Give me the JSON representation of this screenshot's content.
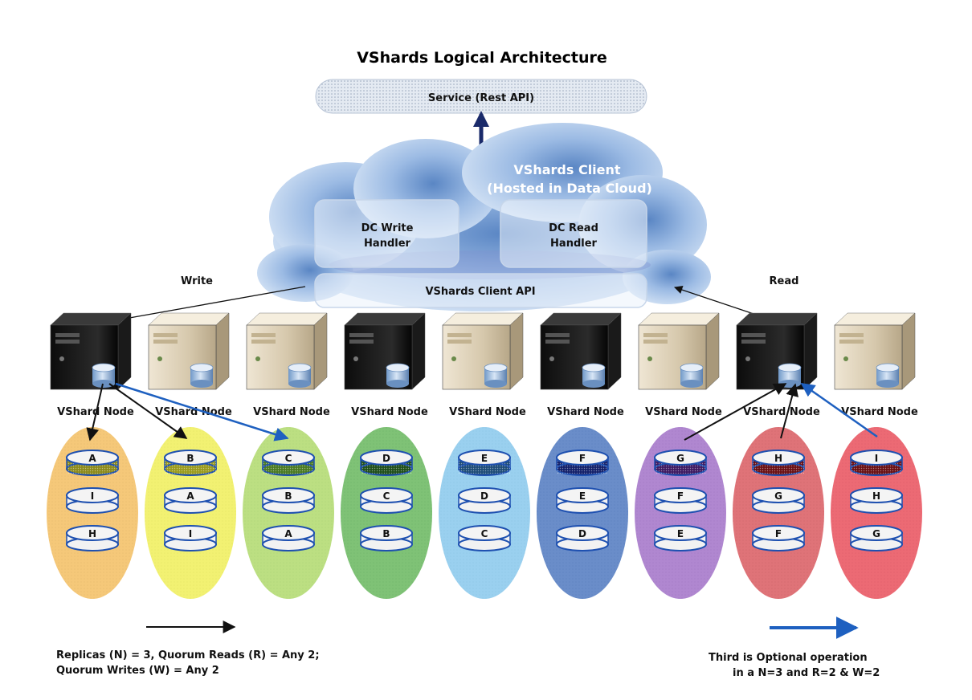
{
  "title": "VShards Logical Architecture",
  "service_label": "Service (Rest API)",
  "client": {
    "title_line1": "VShards Client",
    "title_line2": "(Hosted in Data Cloud)",
    "write_handler_line1": "DC Write",
    "write_handler_line2": "Handler",
    "read_handler_line1": "DC Read",
    "read_handler_line2": "Handler",
    "api_label": "VShards Client API"
  },
  "flow_labels": {
    "write": "Write",
    "read": "Read"
  },
  "nodes": [
    {
      "label": "VShard Node",
      "case": "dark"
    },
    {
      "label": "VShard Node",
      "case": "beige"
    },
    {
      "label": "VShard Node",
      "case": "beige"
    },
    {
      "label": "VShard Node",
      "case": "dark"
    },
    {
      "label": "VShard Node",
      "case": "beige"
    },
    {
      "label": "VShard Node",
      "case": "dark"
    },
    {
      "label": "VShard Node",
      "case": "beige"
    },
    {
      "label": "VShard Node",
      "case": "dark"
    },
    {
      "label": "VShard Node",
      "case": "beige"
    }
  ],
  "shard_groups": [
    {
      "color": "#f6b84e",
      "primary_fill": "#8c8a1a",
      "disks": [
        "A",
        "I",
        "H"
      ]
    },
    {
      "color": "#f2f044",
      "primary_fill": "#9a9a1c",
      "disks": [
        "B",
        "A",
        "I"
      ]
    },
    {
      "color": "#a9d85a",
      "primary_fill": "#4a7a22",
      "disks": [
        "C",
        "B",
        "A"
      ]
    },
    {
      "color": "#58b04a",
      "primary_fill": "#1f4f1a",
      "disks": [
        "D",
        "C",
        "B"
      ]
    },
    {
      "color": "#7cc4ec",
      "primary_fill": "#1e4c78",
      "disks": [
        "E",
        "D",
        "C"
      ]
    },
    {
      "color": "#3c6ab8",
      "primary_fill": "#14206a",
      "disks": [
        "F",
        "E",
        "D"
      ]
    },
    {
      "color": "#9a62c2",
      "primary_fill": "#3e1a62",
      "disks": [
        "G",
        "F",
        "E"
      ]
    },
    {
      "color": "#d8484c",
      "primary_fill": "#6a1014",
      "disks": [
        "H",
        "G",
        "F"
      ]
    },
    {
      "color": "#ea3c48",
      "primary_fill": "#6a1014",
      "disks": [
        "I",
        "H",
        "G"
      ]
    }
  ],
  "colors": {
    "quorum_arrow": "#111111",
    "optional_arrow": "#1e60c0",
    "service_fill": "#dfe6f0",
    "cloud_fill": "#b6d0ee"
  },
  "legend": {
    "quorum_line1": "Replicas (N) = 3, Quorum Reads (R) = Any 2;",
    "quorum_line2": "Quorum Writes (W) = Any 2",
    "optional_line1": "Third is Optional operation",
    "optional_line2": "in a N=3 and R=2 & W=2"
  }
}
